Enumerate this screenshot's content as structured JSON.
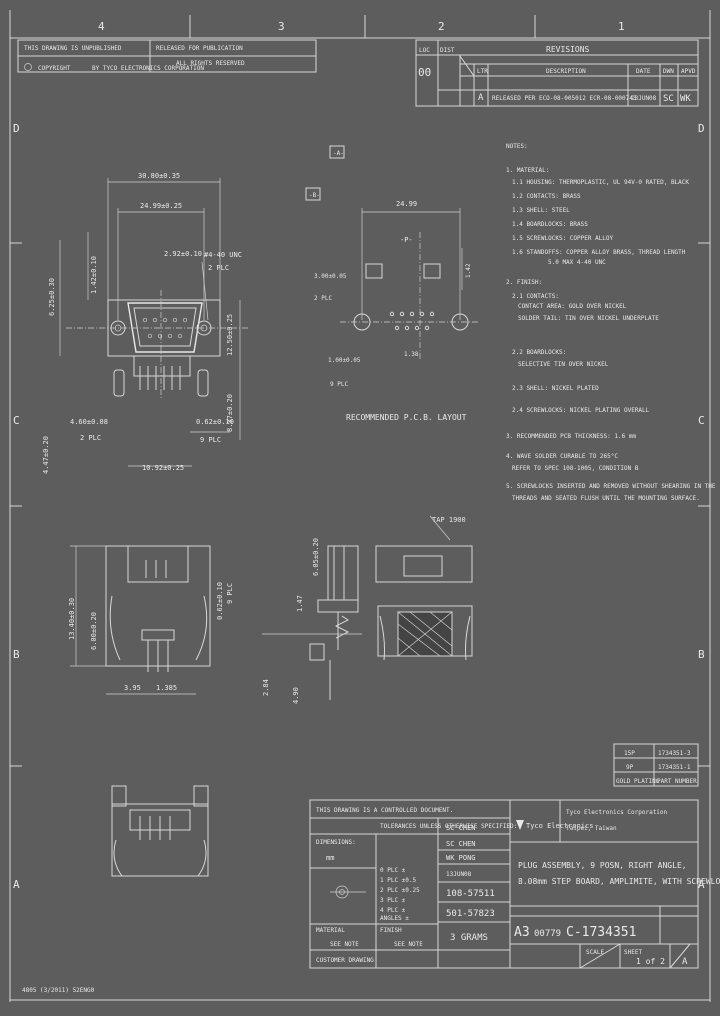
{
  "grid": {
    "top_numbers": [
      "4",
      "3",
      "2",
      "1"
    ],
    "side_letters": [
      "D",
      "C",
      "B",
      "A"
    ]
  },
  "top_left_notes": {
    "line1": "THIS DRAWING IS UNPUBLISHED",
    "line2": "RELEASED FOR PUBLICATION",
    "line3": "ALL RIGHTS RESERVED",
    "line4": "COPYRIGHT",
    "line5": "BY TYCO ELECTRONICS CORPORATION"
  },
  "revisions": {
    "title": "REVISIONS",
    "loc": "LOC",
    "dist": "DIST",
    "dist_val": "00",
    "headers": [
      "LTR",
      "DESCRIPTION",
      "DATE",
      "DWN",
      "APVD"
    ],
    "row": [
      "A",
      "RELEASED PER ECO-08-005012 ECR-08-000743",
      "13JUN08",
      "SC",
      "WK"
    ]
  },
  "notes": {
    "title": "NOTES:",
    "items": [
      "1. MATERIAL:",
      "1.1 HOUSING: THERMOPLASTIC, UL 94V-0 RATED, BLACK",
      "1.2 CONTACTS: BRASS",
      "1.3 SHELL: STEEL",
      "1.4 BOARDLOCKS: BRASS",
      "1.5 SCREWLOCKS: COPPER ALLOY",
      "1.6 STANDOFFS: COPPER ALLOY BRASS, THREAD LENGTH",
      "5.0 MAX 4-40 UNC",
      "2. FINISH:",
      "2.1 CONTACTS:",
      "CONTACT AREA: GOLD OVER NICKEL",
      "SOLDER TAIL: TIN OVER NICKEL UNDERPLATE",
      "2.2 BOARDLOCKS:",
      "SELECTIVE TIN OVER NICKEL",
      "2.3 SHELL: NICKEL PLATED",
      "2.4 SCREWLOCKS: NICKEL PLATING OVERALL",
      "3. RECOMMENDED PCB THICKNESS: 1.6 mm",
      "4. WAVE SOLDER CURABLE TO 265°C",
      "REFER TO SPEC 108-1005, CONDITION B",
      "5. SCREWLOCKS INSERTED AND REMOVED WITHOUT SHEARING IN THE",
      "THREADS AND SEATED FLUSH UNTIL THE MOUNTING SURFACE."
    ]
  },
  "dimensions": {
    "top_width": "30.80±0.35",
    "inner_width": "24.99±0.25",
    "flange": "2.92±0.10",
    "thread": "#4-40 UNC",
    "two_plc": "2 PLC",
    "height_a": "6.25±0.30",
    "height_b": "1.42±0.10",
    "right_h1": "12.50±0.25",
    "right_h2": "8.37±0.20",
    "pitch_label": "4.60±0.08",
    "pin_label": "0.62±0.10",
    "nine_plc": "9 PLC",
    "bottom_span": "10.92±0.25",
    "mid_left": "4.47±0.20",
    "pcb_width": "24.99",
    "pcb_h": "1.42",
    "pcb_hole": "3.00±0.05",
    "pcb_hole2": "1.00±0.05",
    "pcb_pitch": "1.38",
    "pcb_note": "RECOMMENDED P.C.B. LAYOUT",
    "sv_height": "13.40±0.30",
    "sv_h2": "6.00±0.20",
    "sv_bottom1": "3.95",
    "sv_bottom2": "1.385",
    "side_h": "1.47",
    "side_top": "6.05±0.20",
    "side_b1": "2.84",
    "side_b2": "4.90",
    "ref": "TAP 1900"
  },
  "part_table": {
    "rows": [
      [
        "15P",
        "1734351-3"
      ],
      [
        "9P",
        "1734351-1"
      ]
    ],
    "headers": [
      "GOLD PLATING",
      "PART NUMBER"
    ]
  },
  "title_block": {
    "controlled": "THIS DRAWING IS A CONTROLLED DOCUMENT.",
    "dimensions": "DIMENSIONS:",
    "tolerances": "TOLERANCES UNLESS OTHERWISE SPECIFIED:",
    "units": "mm",
    "tol_rows": [
      "0 PLC ±",
      "1 PLC ±0.5",
      "2 PLC ±0.25",
      "3 PLC ±",
      "4 PLC ±",
      "ANGLES ±"
    ],
    "material": "MATERIAL",
    "finish": "FINISH",
    "see_note1": "SEE NOTE",
    "see_note2": "SEE NOTE",
    "dwn": "SC CHEN",
    "chk": "SC CHEN",
    "appvd": "WK PONG",
    "date1": "13JUN08",
    "prod_spec": "108-57511",
    "app_spec": "501-57823",
    "weight": "3 GRAMS",
    "customer": "CUSTOMER DRAWING",
    "company": "Tyco Electronics Corporation",
    "city": "Taipei, Taiwan",
    "brand": "Tyco Electronics",
    "title_l1": "PLUG ASSEMBLY, 9 POSN, RIGHT ANGLE,",
    "title_l2": "8.08mm STEP BOARD, AMPLIMITE, WITH SCREWLOCKS",
    "size": "A3",
    "cage": "00779",
    "dwg_no": "C-1734351",
    "scale": "SCALE",
    "scale_val": "",
    "sheet": "SHEET",
    "sheet_val": "1 of 2",
    "rev": "A"
  },
  "footer": "4805 (3/2011) 52ENG0"
}
